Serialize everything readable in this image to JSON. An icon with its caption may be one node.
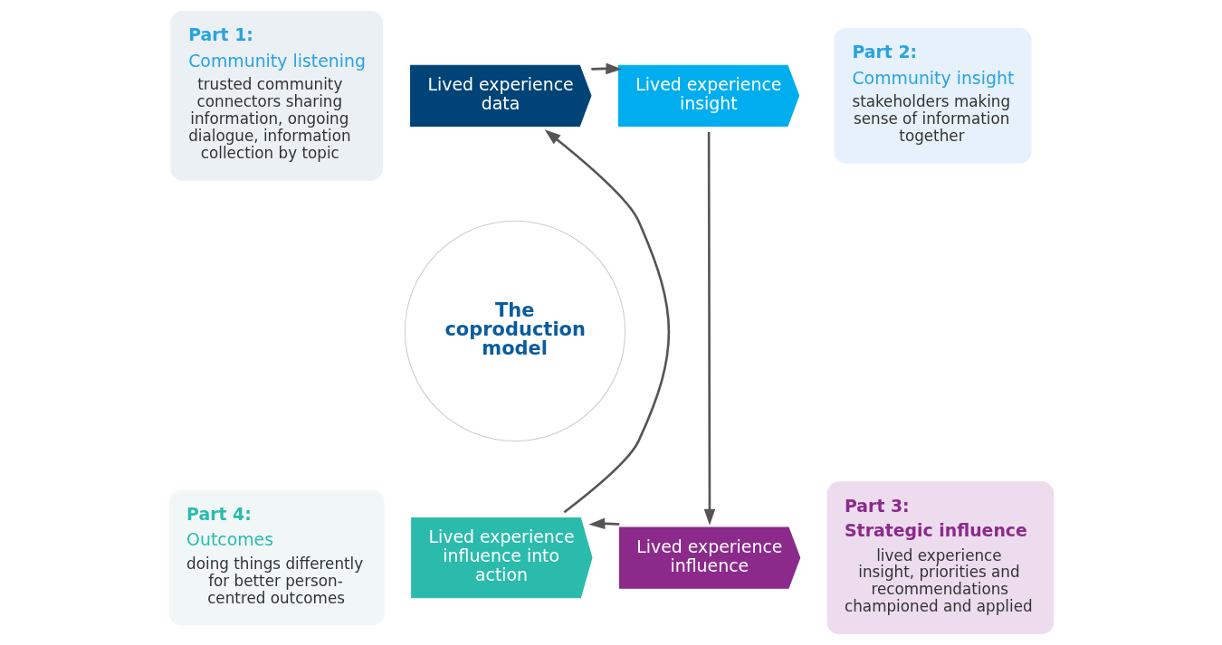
{
  "diagram": {
    "nodes": [
      {
        "text": [
          "Part 1:",
          "Community listening",
          "trusted community connectors sharing information, ongoing dialogue, information collection by topic"
        ]
      },
      {
        "text": [
          "Part 2:",
          "Community insight",
          "stakeholders making sense of information together"
        ]
      },
      {
        "text": [
          "Part 3:",
          "Strategic influence",
          "lived experience insight, priorities and recommendations championed and applied"
        ]
      },
      {
        "text": [
          "Part 4:",
          "Outcomes",
          "doing things differently for better person-centred outcomes"
        ]
      },
      {
        "text": [
          "The coproduction model"
        ]
      },
      {
        "text": [
          "Lived experience data"
        ]
      },
      {
        "text": [
          "Lived experience insight"
        ]
      },
      {
        "text": [
          "Lived experience influence"
        ]
      },
      {
        "text": [
          "Lived experience influence into action"
        ]
      }
    ],
    "edges": [
      {
        "from": 5,
        "to": 6,
        "arrow": "to"
      },
      {
        "from": 6,
        "to": 7,
        "arrow": "to"
      },
      {
        "from": 7,
        "to": 8,
        "arrow": "to"
      },
      {
        "from": 8,
        "to": 5,
        "arrow": "to"
      }
    ]
  }
}
